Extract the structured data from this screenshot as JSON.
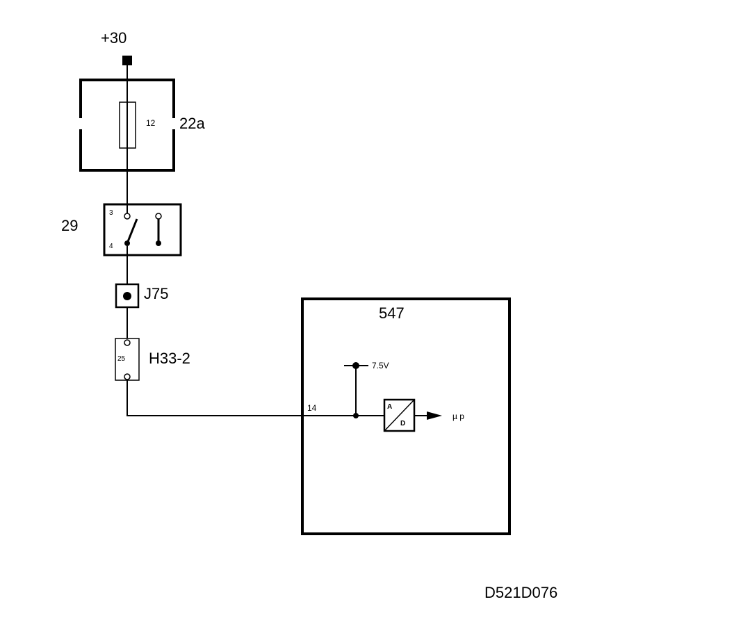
{
  "supply": {
    "label": "+30"
  },
  "fuse_box": {
    "id": "22a",
    "fuse_number": "12"
  },
  "switch": {
    "id": "29",
    "pin_top": "3",
    "pin_bottom": "4"
  },
  "connector_j": {
    "id": "J75"
  },
  "connector_h": {
    "id": "H33-2",
    "pin": "25"
  },
  "module": {
    "id": "547",
    "pin": "14",
    "reference_voltage": "7.5V",
    "converter_top": "A",
    "converter_bottom": "D",
    "output_label": "µ p"
  },
  "drawing_number": "D521D076"
}
